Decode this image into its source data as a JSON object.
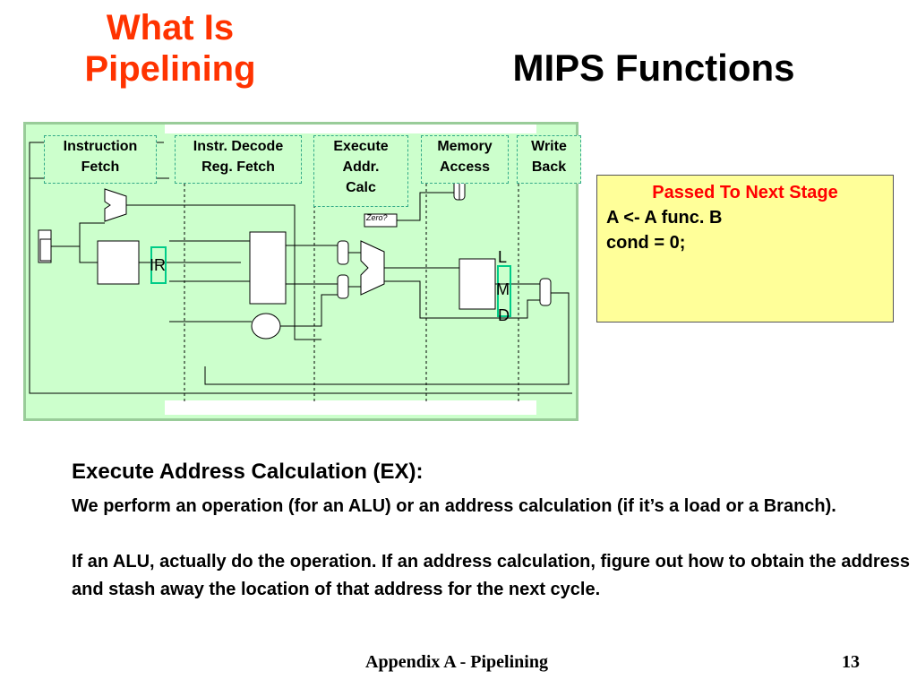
{
  "slide": {
    "section_title": "What Is\nPipelining",
    "title": "MIPS Functions"
  },
  "diagram": {
    "stages": [
      "Instruction\nFetch",
      "Instr. Decode\nReg. Fetch",
      "Execute\nAddr.\nCalc",
      "Memory\nAccess",
      "Write\nBack"
    ],
    "registers": {
      "ir": "IR",
      "lmd_l": "L",
      "lmd_m": "M",
      "lmd_d": "D"
    },
    "zero_label": "Zero?"
  },
  "note": {
    "title": "Passed To Next Stage",
    "lines": [
      "A <- A func. B",
      "cond = 0;"
    ]
  },
  "body": {
    "heading": "Execute Address Calculation (EX):",
    "paragraph1": "We perform an operation (for an ALU) or an address calculation (if it’s a load or a Branch).",
    "paragraph2": "If an ALU, actually do the operation.  If an address calculation, figure out how  to obtain the address and stash away the location of that address for the next cycle."
  },
  "footer": {
    "title": "Appendix A - Pipelining",
    "page": "13"
  },
  "colors": {
    "section_title": "#ff3300",
    "diagram_bg": "#ccffcc",
    "note_bg": "#ffff99",
    "note_title": "#ff0000",
    "register_highlight": "#00cc88"
  }
}
